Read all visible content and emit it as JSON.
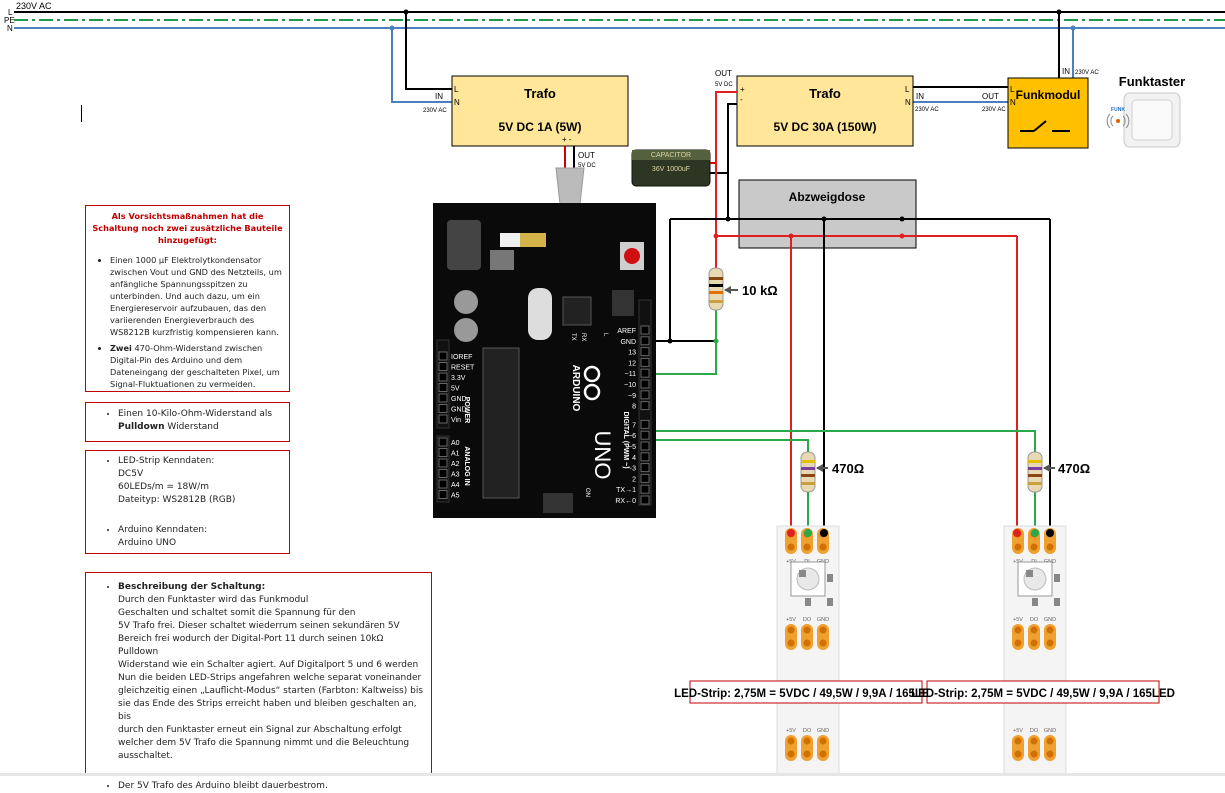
{
  "mains": {
    "label_230": "230V AC",
    "L": "L",
    "PE": "PE",
    "N": "N"
  },
  "trafo_small": {
    "title": "Trafo",
    "rating": "5V DC 1A (5W)",
    "in": "IN",
    "in_sub": "230V AC",
    "out": "OUT",
    "out_sub": "5V DC",
    "L": "L",
    "N": "N",
    "plus_minus": "+ -"
  },
  "trafo_big": {
    "title": "Trafo",
    "rating": "5V DC 30A (150W)",
    "in": "IN",
    "in_sub": "230V AC",
    "out": "OUT",
    "out_sub": "5V DC",
    "L": "L",
    "N": "N",
    "plus": "+",
    "minus": "-"
  },
  "funkmodul": {
    "title": "Funkmodul",
    "in": "IN",
    "in_sub": "230V AC",
    "out": "OUT",
    "out_sub": "230V AC",
    "L": "L",
    "N": "N"
  },
  "funktaster": {
    "title": "Funktaster",
    "badge": "FUNK"
  },
  "capacitor": {
    "brand": "CAPACITOR",
    "value": "36V 1000uF"
  },
  "abzweigdose": {
    "title": "Abzweigdose"
  },
  "resistor_10k": {
    "label": "10 kΩ"
  },
  "resistor_470_a": {
    "label": "470Ω"
  },
  "resistor_470_b": {
    "label": "470Ω"
  },
  "arduino": {
    "model": "UNO",
    "brand": "ARDUINO",
    "digital": "DIGITAL (PWM ~)",
    "power": "POWER",
    "analog": "ANALOG IN",
    "on": "ON",
    "tx": "TX",
    "rx": "RX",
    "l": "L",
    "right_pins": [
      "AREF",
      "GND",
      "13",
      "12",
      "~11",
      "~10",
      "~9",
      "8",
      "7",
      "~6",
      "~5",
      "4",
      "~3",
      "2",
      "TX→1",
      "RX←0"
    ],
    "power_pins": [
      "IOREF",
      "RESET",
      "3.3V",
      "5V",
      "GND",
      "GND",
      "Vin"
    ],
    "analog_pins": [
      "A0",
      "A1",
      "A2",
      "A3",
      "A4",
      "A5"
    ]
  },
  "strip_pads": {
    "vplus": "+5V",
    "di": "DI",
    "do": "DO",
    "gnd": "GND"
  },
  "led_strip_a": {
    "label": "LED-Strip: 2,75M = 5VDC / 49,5W / 9,9A / 165LED"
  },
  "led_strip_b": {
    "label": "LED-Strip: 2,75M = 5VDC / 49,5W / 9,9A / 165LED"
  },
  "notes": {
    "safety": {
      "heading": "Als Vorsichtsmaßnahmen hat die Schaltung noch zwei zusätzliche Bauteile hinzugefügt:",
      "item1": "Einen 1000 µF Elektrolytkondensator zwischen Vout und GND des Netzteils, um anfängliche Spannungsspitzen zu unterbinden. Und auch dazu, um ein Energiereservoir aufzubauen, das den variierenden Energieverbrauch des WS8212B kurzfristig kompensieren kann.",
      "item2_bold": "Zwei",
      "item2": " 470-Ohm-Widerstand zwischen Digital-Pin des Arduino und dem Dateneingang der geschalteten Pixel, um Signal-Fluktuationen zu vermeiden."
    },
    "pulldown": {
      "text": "Einen 10-Kilo-Ohm-Widerstand als",
      "bold": "Pulldown",
      "text2": " Widerstand"
    },
    "specs": {
      "strip_head": "LED-Strip Kenndaten:",
      "strip_lines": [
        "DC5V",
        "60LEDs/m = 18W/m",
        "Dateityp: WS2812B (RGB)"
      ],
      "arduino_head": "Arduino Kenndaten:",
      "arduino_lines": [
        "Arduino UNO"
      ]
    },
    "description": {
      "head": "Beschreibung der Schaltung:",
      "lines": [
        "Durch den Funktaster wird das Funkmodul",
        "Geschalten und schaltet somit die Spannung für den",
        "5V Trafo frei. Dieser schaltet wiederrum seinen sekundären 5V",
        "Bereich frei wodurch der Digital-Port 11 durch seinen 10kΩ Pulldown",
        "Widerstand wie ein Schalter agiert. Auf Digitalport 5 und 6 werden",
        "Nun die beiden LED-Strips angefahren welche separat voneinander",
        "gleichzeitig einen „Lauflicht-Modus“ starten (Farbton: Kaltweiss) bis",
        "sie das Ende des Strips erreicht haben und bleiben geschalten an, bis",
        "durch den Funktaster erneut ein Signal zur Abschaltung erfolgt",
        "welcher dem 5V Trafo die Spannung nimmt und die Beleuchtung",
        "ausschaltet."
      ],
      "last": "Der 5V Trafo des Arduino bleibt dauerbestrom."
    }
  },
  "colors": {
    "wire_red": "#e02020",
    "wire_green": "#2aa84a",
    "wire_blue": "#4a7fc0",
    "wire_pe": "#1f9a4a",
    "trafo_fill": "#ffe699",
    "funk_fill": "#ffc000",
    "board": "#0a0a0a",
    "note_border": "#c00000"
  }
}
